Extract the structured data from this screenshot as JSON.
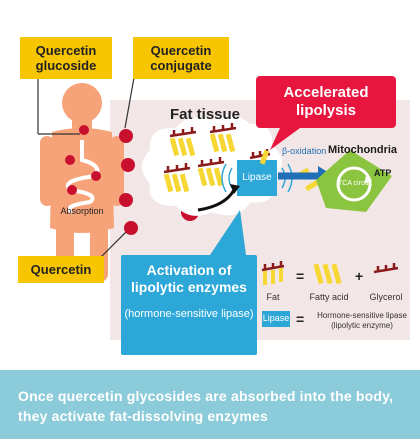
{
  "labels": {
    "quercetin_glucoside": "Quercetin glucoside",
    "quercetin_conjugate": "Quercetin conjugate",
    "quercetin": "Quercetin",
    "absorption": "Absorption",
    "fat_tissue": "Fat tissue",
    "accelerated_lipolysis": "Accelerated lipolysis",
    "beta_oxidation": "β-oxidation",
    "mitochondria": "Mitochondria",
    "atp": "ATP",
    "tca_circuit": "TCA circuit",
    "lipase": "Lipase",
    "activation_title": "Activation of lipolytic enzymes",
    "activation_sub": "hormone-sensitive lipase"
  },
  "legend": {
    "fat": "Fat",
    "fatty_acid": "Fatty acid",
    "glycerol": "Glycerol",
    "equals": "=",
    "plus": "+",
    "lipase_tag": "Lipase",
    "lipase_desc": "Hormone-sensitive lipase (lipolytic enzyme)"
  },
  "caption": "Once quercetin glycosides are absorbed into the body, they activate fat-dissolving enzymes",
  "colors": {
    "yellow_label": "#f7c600",
    "red_callout": "#e8163f",
    "blue_box": "#2da7d8",
    "caption_bg": "#8ccbd9",
    "body": "#f6a37a",
    "mitochondria": "#8bc53f"
  }
}
